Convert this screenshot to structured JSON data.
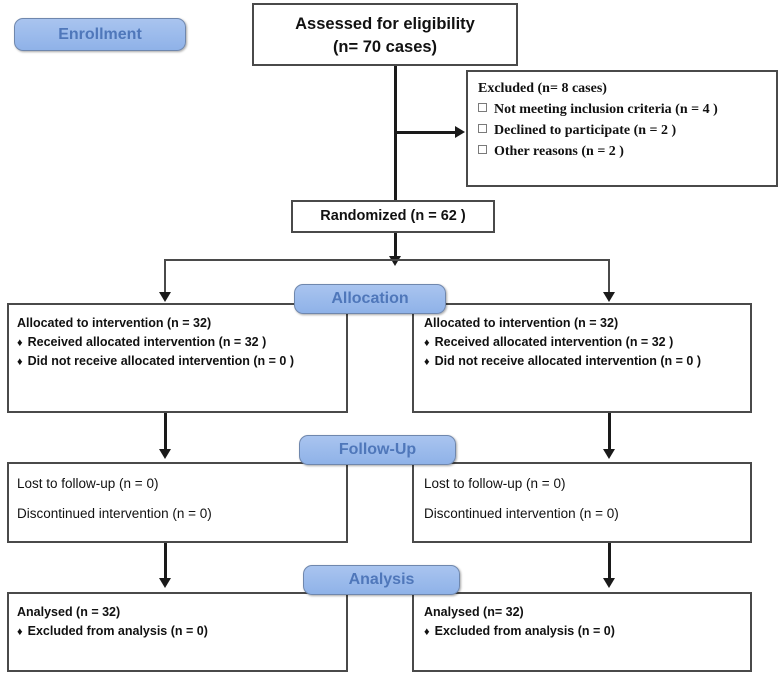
{
  "diagram": {
    "type": "consort-flow-diagram",
    "title": "CONSORT participant flow"
  },
  "stages": {
    "enrollment": "Enrollment",
    "allocation": "Allocation",
    "followup": "Follow-Up",
    "analysis": "Analysis"
  },
  "assessed": {
    "line1": "Assessed for eligibility",
    "line2": "(n= 70 cases)"
  },
  "excluded": {
    "heading": "Excluded (n= 8 cases)",
    "reasons": [
      "Not meeting inclusion criteria (n = 4  )",
      "Declined to participate (n = 2 )",
      "Other reasons (n = 2  )"
    ]
  },
  "randomized": {
    "label": "Randomized (n = 62 )"
  },
  "allocation_left": {
    "heading": "Allocated to intervention (n = 32)",
    "items": [
      "Received allocated intervention (n = 32 )",
      "Did not receive allocated intervention (n = 0 )"
    ]
  },
  "allocation_right": {
    "heading": "Allocated to intervention (n = 32)",
    "items": [
      "Received allocated intervention (n = 32 )",
      "Did not receive allocated intervention (n = 0  )"
    ]
  },
  "followup_left": {
    "line1": "Lost to follow-up (n = 0)",
    "line2": "Discontinued intervention (n = 0)"
  },
  "followup_right": {
    "line1": "Lost to follow-up (n = 0)",
    "line2": "Discontinued intervention (n = 0)"
  },
  "analysis_left": {
    "heading": "Analysed (n = 32)",
    "items": [
      "Excluded from analysis (n = 0)"
    ]
  },
  "analysis_right": {
    "heading": "Analysed (n= 32)",
    "items": [
      "Excluded from analysis (n = 0)"
    ]
  },
  "icons": {
    "bullet_diamond": "♦",
    "checkbox_square": "checkbox-square-icon"
  },
  "colors": {
    "pill_fill": "#9dbcec",
    "pill_text": "#4f77ba",
    "pill_border": "#6f87ad",
    "box_border": "#4a4a4a",
    "connector": "#1a1a1a",
    "text": "#111111"
  }
}
